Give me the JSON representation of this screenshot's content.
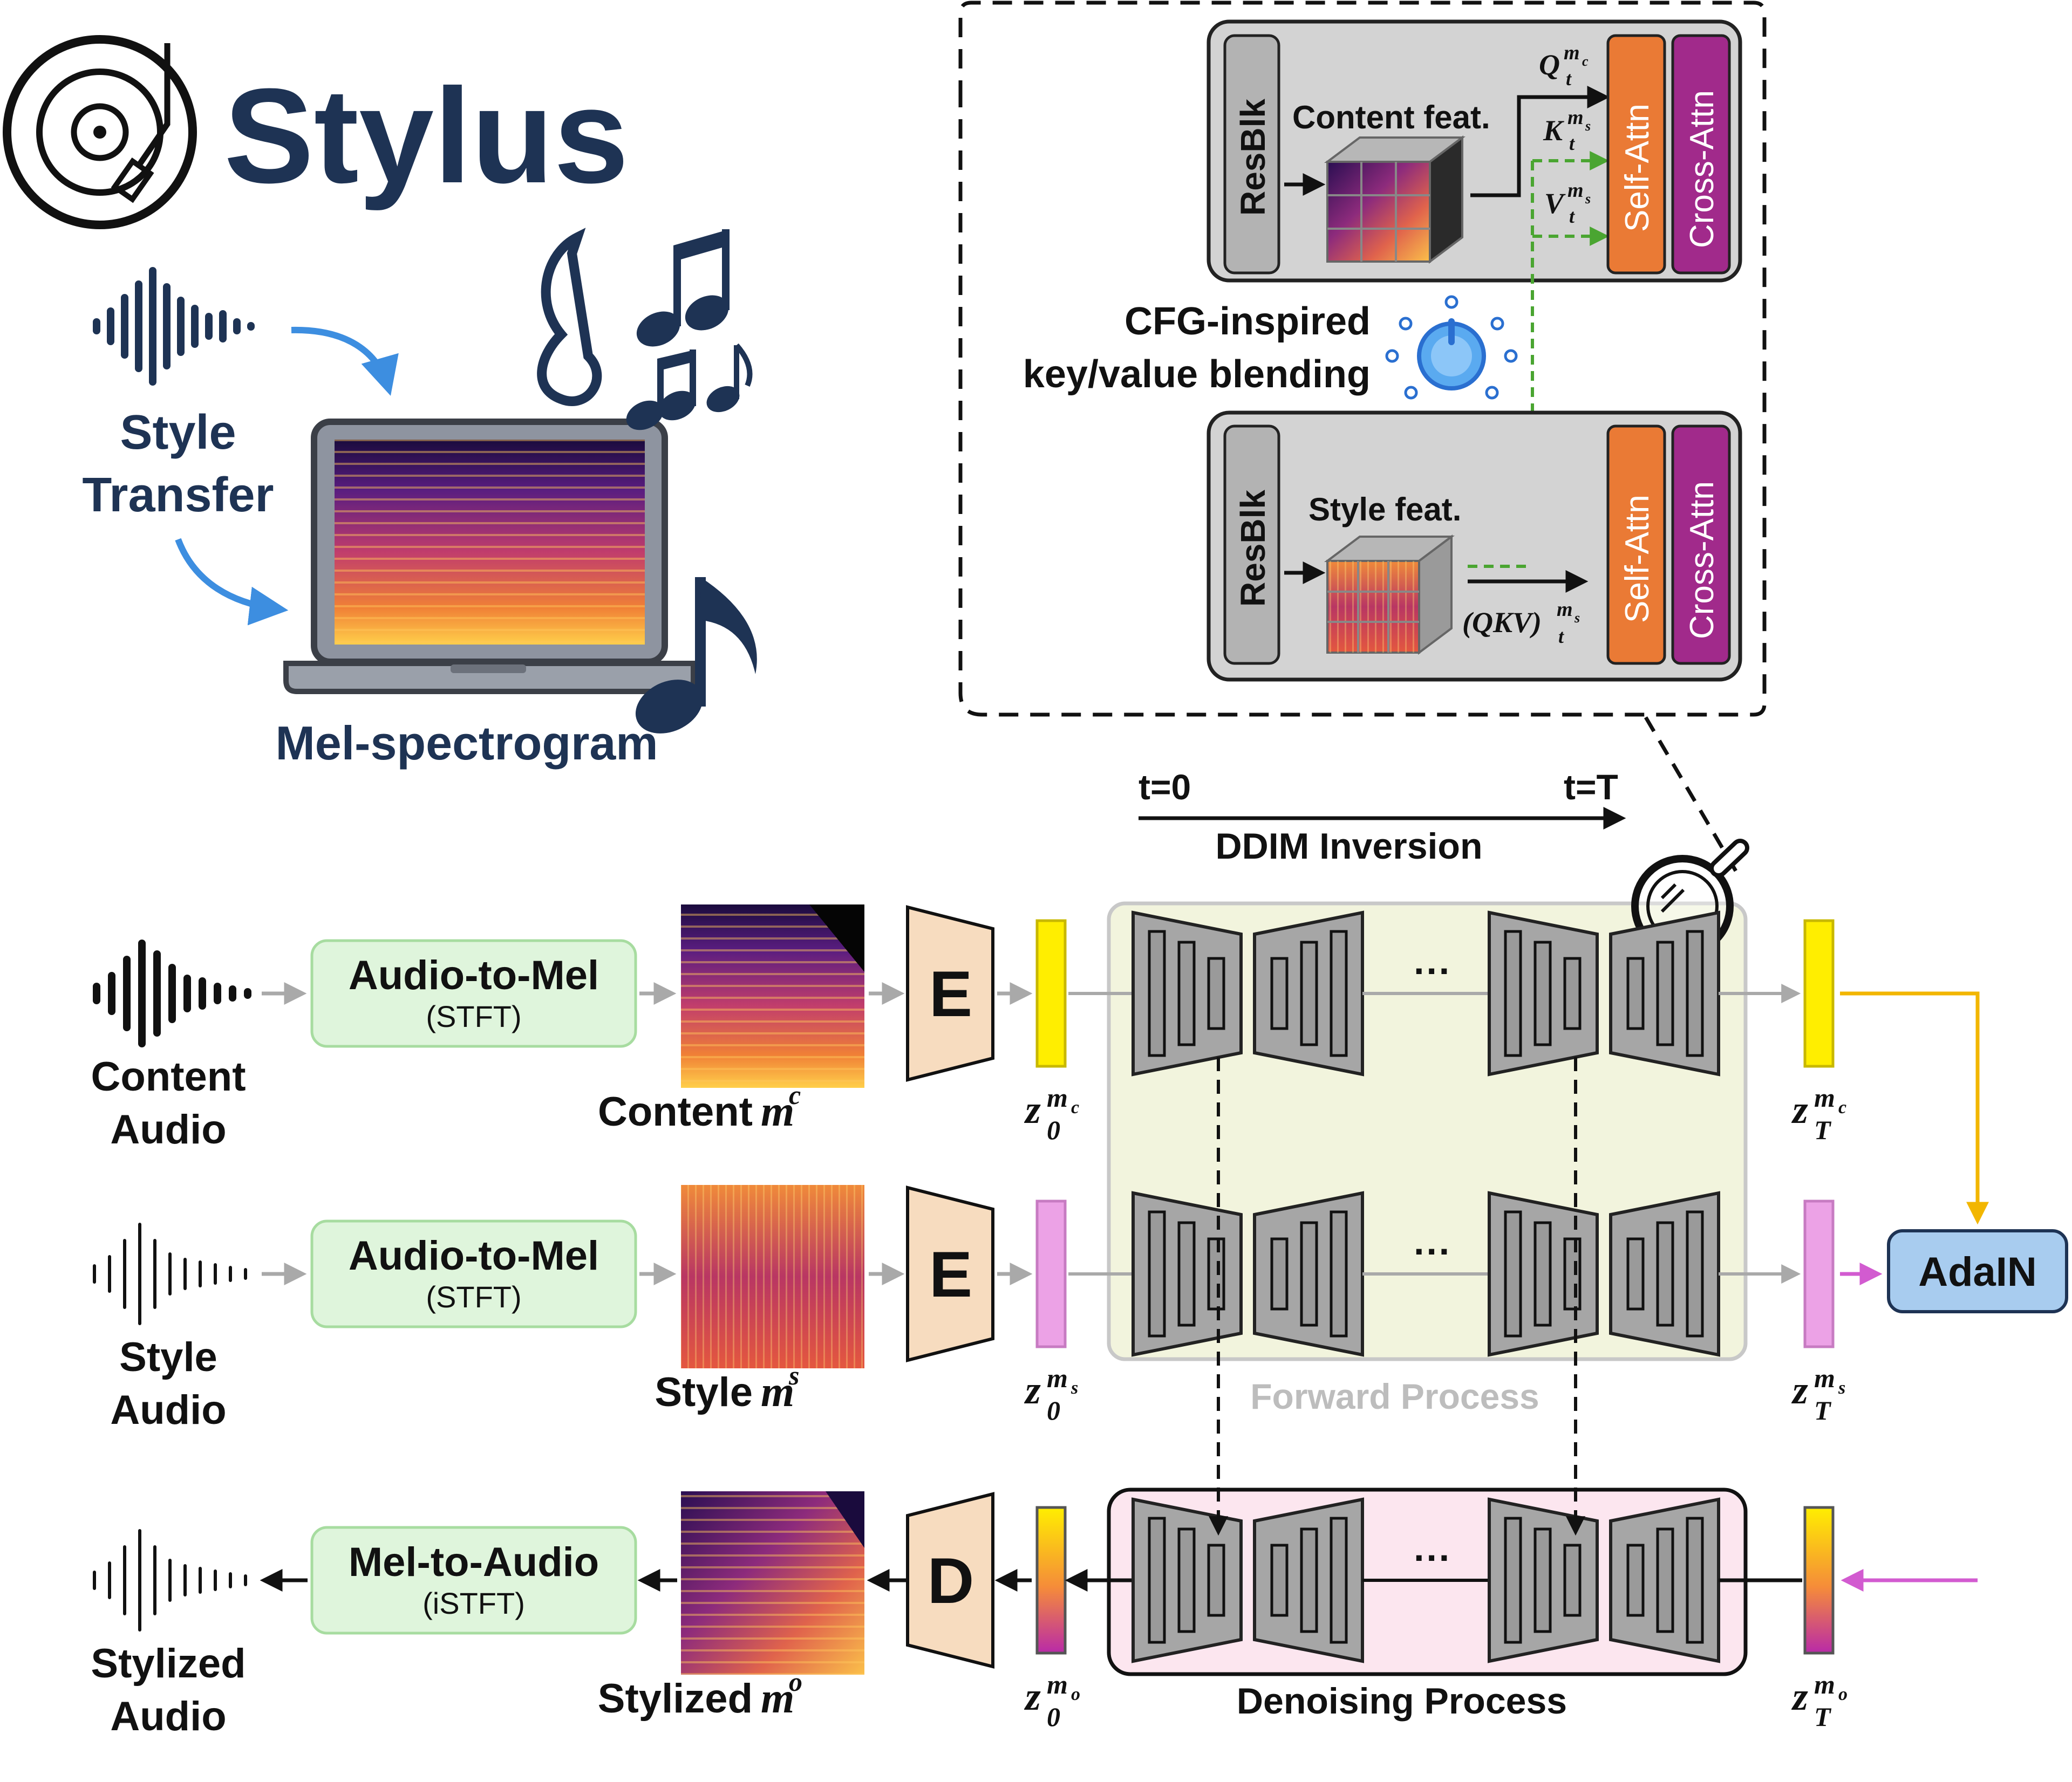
{
  "logo": {
    "title": "Stylus"
  },
  "intro": {
    "style_transfer": [
      "Style",
      "Transfer"
    ],
    "mel_label": "Mel-spectrogram"
  },
  "zoom": {
    "content_feat": "Content feat.",
    "style_feat": "Style feat.",
    "resblk": "ResBlk",
    "self_attn": "Self-Attn",
    "cross_attn": "Cross-Attn",
    "q_label": "Q",
    "k_label": "K",
    "v_label": "V",
    "qkv_label": "(QKV)",
    "sup_c": "m",
    "sup_c_sub": "c",
    "sup_s_sub": "s",
    "sub_t": "t",
    "blend_line1": "CFG-inspired",
    "blend_line2": "key/value blending"
  },
  "timeline": {
    "t0": "t=0",
    "tT": "t=T",
    "ddim": "DDIM Inversion"
  },
  "rows": [
    {
      "audio_label": [
        "Content",
        "Audio"
      ],
      "converter_title": "Audio-to-Mel",
      "converter_sub": "(STFT)",
      "mel_name": "Content",
      "mel_sym": "m",
      "mel_sup": "c",
      "coder": "E",
      "z_sub": "0",
      "z_sup": "c",
      "zT_sup": "c"
    },
    {
      "audio_label": [
        "Style",
        "Audio"
      ],
      "converter_title": "Audio-to-Mel",
      "converter_sub": "(STFT)",
      "mel_name": "Style",
      "mel_sym": "m",
      "mel_sup": "s",
      "coder": "E",
      "z_sub": "0",
      "z_sup": "s",
      "zT_sup": "s"
    },
    {
      "audio_label": [
        "Stylized",
        "Audio"
      ],
      "converter_title": "Mel-to-Audio",
      "converter_sub": "(iSTFT)",
      "mel_name": "Stylized",
      "mel_sym": "m",
      "mel_sup": "o",
      "coder": "D",
      "z_sub": "0",
      "z_sup": "o",
      "zT_sup": "o"
    }
  ],
  "process": {
    "forward": "Forward Process",
    "denoising": "Denoising Process",
    "ellipsis": "···"
  },
  "adain": "AdaIN",
  "colors": {
    "navy": "#1e3354",
    "green_box": "#dff5dc",
    "orange_coder": "#f7dcbf",
    "yellow": "#ffee00",
    "pink": "#eca2e6",
    "adain_blue": "#a8ccef",
    "forward_bg": "#f2f4dd",
    "denoise_bg": "#fce6ef",
    "self_attn": "#ea7a35",
    "cross_attn": "#a12a8b",
    "dashed_green": "#4aa531",
    "gold_line": "#f2b600",
    "magenta_line": "#d25bd0"
  }
}
